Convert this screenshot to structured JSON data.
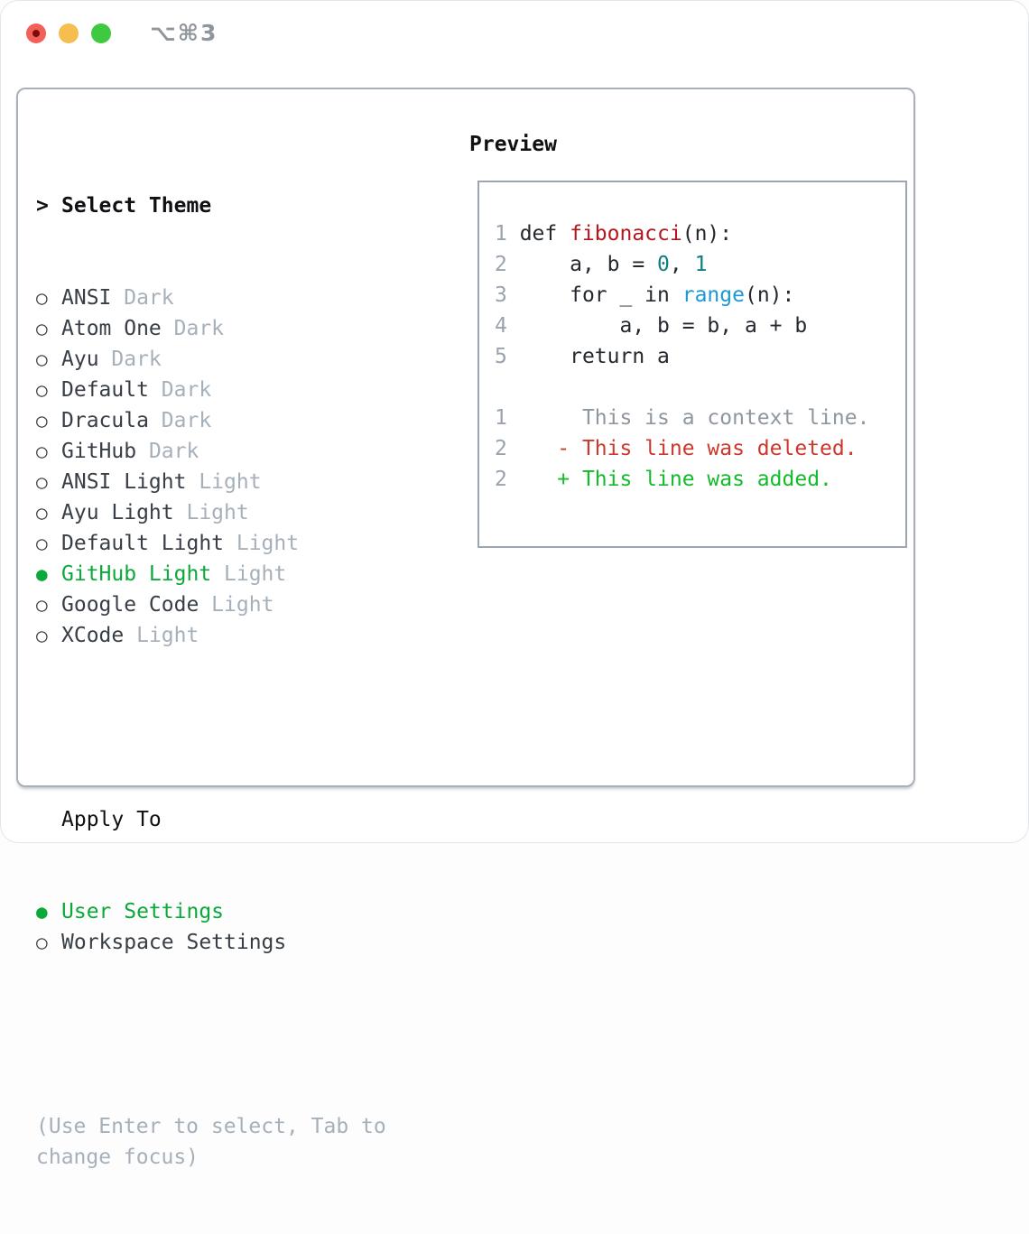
{
  "window": {
    "title": "⌥⌘3",
    "traffic_lights": [
      "close",
      "minimize",
      "zoom"
    ]
  },
  "colors": {
    "accent_green": "#0aa93a",
    "diff_added_green": "#12bb2a",
    "diff_deleted_red": "#cc382c",
    "context_gray": "#8e969e",
    "line_number_gray": "#9aa3ad",
    "muted_tag_gray": "#a6b0ba",
    "text_dark": "#24292f",
    "list_text": "#383e46",
    "header_black": "#0e1013",
    "function_red": "#b3181d",
    "number_teal": "#0e7e80",
    "builtin_blue": "#1a99d6",
    "panel_border": "#a9b0ba",
    "preview_border": "#9ca5b0",
    "titlebar_text": "#8f959c",
    "traffic_red": "#f3605a",
    "traffic_red_dot": "#7c0c05",
    "traffic_yellow": "#f6bd4f",
    "traffic_green": "#3ec941"
  },
  "theme_list": {
    "header": "Select Theme",
    "cursor_glyph": ">",
    "unselected_glyph": "○",
    "selected_glyph": "●",
    "items": [
      {
        "name": "ANSI",
        "tag": "Dark",
        "selected": false
      },
      {
        "name": "Atom One",
        "tag": "Dark",
        "selected": false
      },
      {
        "name": "Ayu",
        "tag": "Dark",
        "selected": false
      },
      {
        "name": "Default",
        "tag": "Dark",
        "selected": false
      },
      {
        "name": "Dracula",
        "tag": "Dark",
        "selected": false
      },
      {
        "name": "GitHub",
        "tag": "Dark",
        "selected": false
      },
      {
        "name": "ANSI Light",
        "tag": "Light",
        "selected": false
      },
      {
        "name": "Ayu Light",
        "tag": "Light",
        "selected": false
      },
      {
        "name": "Default Light",
        "tag": "Light",
        "selected": false
      },
      {
        "name": "GitHub Light",
        "tag": "Light",
        "selected": true
      },
      {
        "name": "Google Code",
        "tag": "Light",
        "selected": false
      },
      {
        "name": "XCode",
        "tag": "Light",
        "selected": false
      }
    ]
  },
  "apply_to": {
    "header": "Apply To",
    "items": [
      {
        "name": "User Settings",
        "selected": true
      },
      {
        "name": "Workspace Settings",
        "selected": false
      }
    ]
  },
  "hint_lines": [
    "(Use Enter to select, Tab to",
    "change focus)"
  ],
  "preview": {
    "header": "Preview",
    "lines": [
      {
        "name": "code-line-1",
        "segs": [
          [
            "ln",
            "1 "
          ],
          [
            "p",
            "def "
          ],
          [
            "fn",
            "fibonacci"
          ],
          [
            "p",
            "(n):"
          ]
        ]
      },
      {
        "name": "code-line-2",
        "segs": [
          [
            "ln",
            "2 "
          ],
          [
            "p",
            "    a, b = "
          ],
          [
            "num",
            "0"
          ],
          [
            "p",
            ", "
          ],
          [
            "num",
            "1"
          ]
        ]
      },
      {
        "name": "code-line-3",
        "segs": [
          [
            "ln",
            "3 "
          ],
          [
            "p",
            "    for _ in "
          ],
          [
            "bi",
            "range"
          ],
          [
            "p",
            "(n):"
          ]
        ]
      },
      {
        "name": "code-line-4",
        "segs": [
          [
            "ln",
            "4 "
          ],
          [
            "p",
            "        a, b = b, a + b"
          ]
        ]
      },
      {
        "name": "code-line-5",
        "segs": [
          [
            "ln",
            "5 "
          ],
          [
            "p",
            "    return a"
          ]
        ]
      },
      {
        "name": "blank-line",
        "segs": []
      },
      {
        "name": "diff-context-line",
        "segs": [
          [
            "ln",
            "1 "
          ],
          [
            "ctx",
            "     This is a context line."
          ]
        ]
      },
      {
        "name": "diff-deleted-line",
        "segs": [
          [
            "ln",
            "2 "
          ],
          [
            "del",
            "   - This line was deleted."
          ]
        ]
      },
      {
        "name": "diff-added-line",
        "segs": [
          [
            "ln",
            "2 "
          ],
          [
            "add",
            "   + This line was added."
          ]
        ]
      }
    ]
  }
}
